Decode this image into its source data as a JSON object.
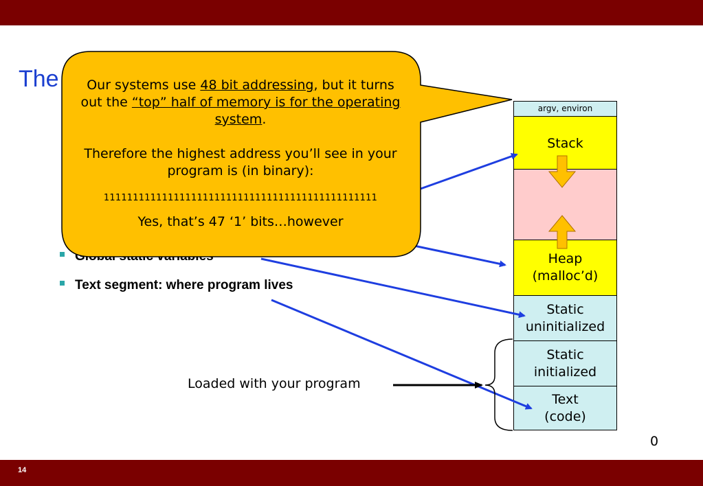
{
  "slide": {
    "number": "14",
    "title_visible": "The",
    "page_marker": "0"
  },
  "bullets": [
    {
      "text": "Global static variables"
    },
    {
      "text": "Text segment: where program lives"
    }
  ],
  "memory_segments": [
    {
      "label": "argv, environ",
      "fill": "#cfeff1"
    },
    {
      "label": "Stack",
      "fill": "#ffff00"
    },
    {
      "label": "",
      "fill": "#ffcccc"
    },
    {
      "label": "Heap\n(malloc’d)",
      "fill": "#ffff00"
    },
    {
      "label": "Static\nuninitialized",
      "fill": "#cfeff1"
    },
    {
      "label": "Static\ninitialized",
      "fill": "#cfeff1"
    },
    {
      "label": "Text\n(code)",
      "fill": "#cfeff1"
    }
  ],
  "caption": "Loaded with your program",
  "callout": {
    "line1_a": "Our systems use ",
    "line1_u": "48 bit addressing",
    "line1_b": ", but it turns out the ",
    "line1_u2": "“top” half of memory is for the operating system",
    "line1_c": ".",
    "line2": "Therefore the highest address you’ll see in your program is (in binary):",
    "binary": "11111111111111111111111111111111111111111111111",
    "line3": "Yes, that’s 47 ‘1’ bits…however",
    "fill": "#ffc000"
  },
  "colors": {
    "bar": "#7a0000",
    "title": "#1b3fd0",
    "arrow": "#1e3ee0",
    "bullet": "#2aa6a8"
  }
}
